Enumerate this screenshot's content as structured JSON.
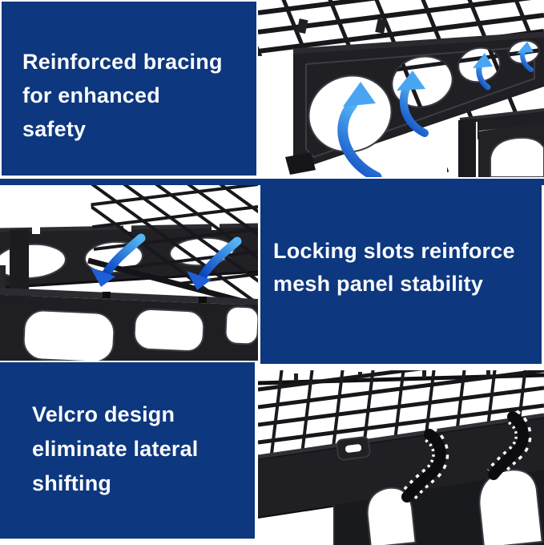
{
  "colors": {
    "panel_blue": "#0d377e",
    "text_white": "#fafbfd",
    "background": "#ffffff",
    "metal_dark": "#1b1b1f",
    "arrow_blue_dark": "#0a43c0",
    "arrow_blue_light": "#55b6f6"
  },
  "features": [
    {
      "key": "reinforced-bracing",
      "lines": [
        "Reinforced bracing",
        "for enhanced",
        "safety"
      ]
    },
    {
      "key": "locking-slots",
      "lines": [
        "Locking slots reinforce",
        "mesh panel stability"
      ]
    },
    {
      "key": "velcro-design",
      "lines": [
        "Velcro design",
        "eliminate lateral",
        "shifting"
      ]
    }
  ]
}
